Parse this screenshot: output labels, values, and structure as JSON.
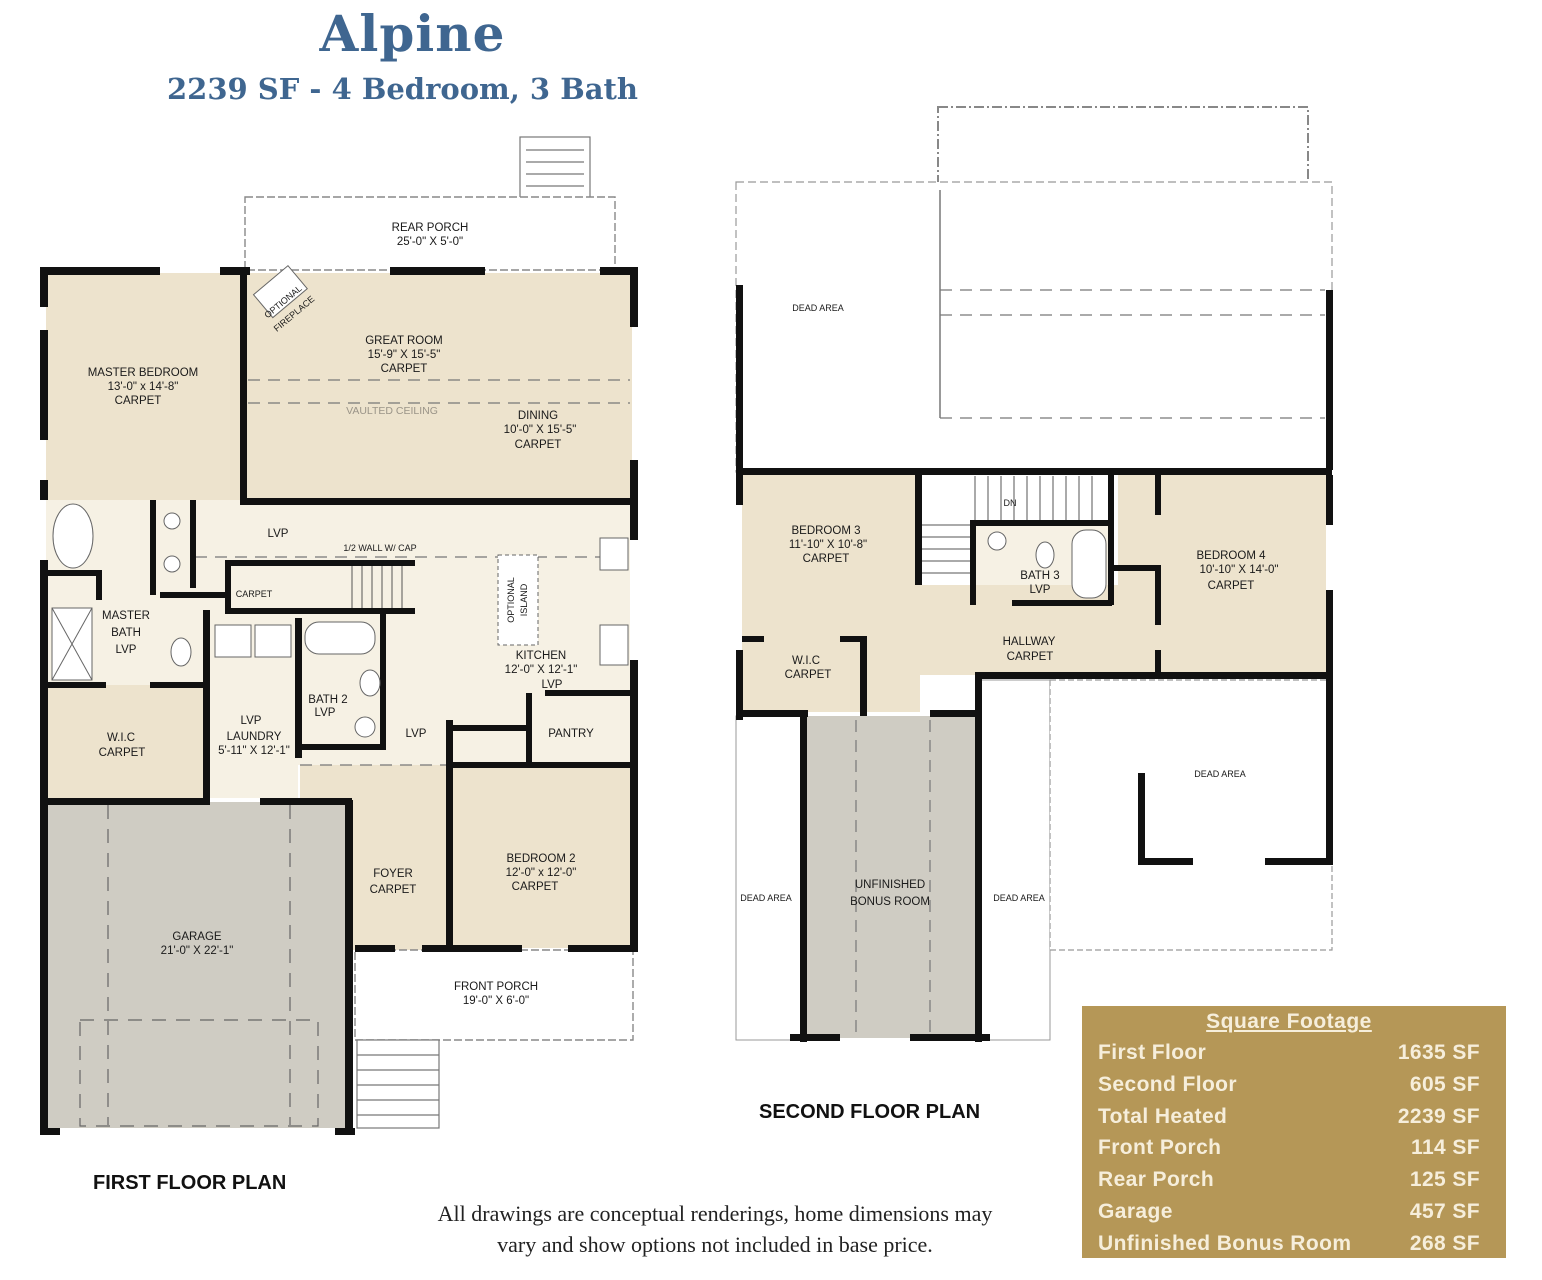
{
  "header": {
    "title": "Alpine",
    "subtitle": "2239 SF - 4 Bedroom, 3 Bath"
  },
  "colors": {
    "title": "#3f6690",
    "room_fill": "#ede3cd",
    "hall_fill": "#f6f1e4",
    "garage_fill": "#cfccc3",
    "wall": "#111111",
    "sqft_panel": "#b59757",
    "sqft_text": "#f6eedb"
  },
  "first_floor": {
    "label": "FIRST FLOOR PLAN",
    "rooms": {
      "rear_porch": {
        "name": "REAR PORCH",
        "size": "25'-0\" X 5'-0\""
      },
      "great_room": {
        "name": "GREAT ROOM",
        "size": "15'-9\" X 15'-5\"",
        "floor": "CARPET"
      },
      "master_bedroom": {
        "name": "MASTER BEDROOM",
        "size": "13'-0\" x 14'-8\"",
        "floor": "CARPET"
      },
      "dining": {
        "name": "DINING",
        "size": "10'-0\" X 15'-5\"",
        "floor": "CARPET"
      },
      "master_bath": {
        "name": "MASTER",
        "name2": "BATH",
        "floor": "LVP"
      },
      "wic": {
        "name": "W.I.C",
        "floor": "CARPET"
      },
      "laundry": {
        "floor": "LVP",
        "name": "LAUNDRY",
        "size": "5'-11\" X 12'-1\""
      },
      "bath2": {
        "name": "BATH 2",
        "floor": "LVP"
      },
      "kitchen": {
        "name": "KITCHEN",
        "size": "12'-0\" X 12'-1\"",
        "floor": "LVP"
      },
      "pantry": {
        "name": "PANTRY"
      },
      "foyer": {
        "name": "FOYER",
        "floor": "CARPET"
      },
      "bedroom2": {
        "name": "BEDROOM 2",
        "size": "12'-0\" x 12'-0\"",
        "floor": "CARPET"
      },
      "garage": {
        "name": "GARAGE",
        "size": "21'-0\" X 22'-1\""
      },
      "front_porch": {
        "name": "FRONT PORCH",
        "size": "19'-0\" X 6'-0\""
      }
    },
    "notes": {
      "vaulted": "VAULTED CEILING",
      "fireplace_1": "OPTIONAL",
      "fireplace_2": "FIREPLACE",
      "island_1": "OPTIONAL",
      "island_2": "ISLAND",
      "half_wall": "1/2 WALL W/ CAP",
      "hall_floor": "LVP",
      "entry_floor": "LVP",
      "stair_floor": "CARPET"
    }
  },
  "second_floor": {
    "label": "SECOND FLOOR PLAN",
    "rooms": {
      "dead_area_top": "DEAD AREA",
      "bedroom3": {
        "name": "BEDROOM 3",
        "size": "11'-10\" X 10'-8\"",
        "floor": "CARPET"
      },
      "bath3": {
        "name": "BATH 3",
        "floor": "LVP"
      },
      "bedroom4": {
        "name": "BEDROOM 4",
        "size": "10'-10\" X 14'-0\"",
        "floor": "CARPET"
      },
      "hallway": {
        "name": "HALLWAY",
        "floor": "CARPET"
      },
      "wic": {
        "name": "W.I.C",
        "floor": "CARPET"
      },
      "bonus": {
        "name": "UNFINISHED",
        "name2": "BONUS ROOM"
      },
      "dead_area_left": "DEAD AREA",
      "dead_area_mid": "DEAD AREA",
      "dead_area_right": "DEAD AREA"
    },
    "stair_note": "DN"
  },
  "square_footage": {
    "title": "Square Footage",
    "rows": [
      {
        "label": "First Floor",
        "value": "1635 SF"
      },
      {
        "label": "Second Floor",
        "value": "605 SF"
      },
      {
        "label": "Total Heated",
        "value": "2239 SF"
      },
      {
        "label": "Front Porch",
        "value": "114 SF"
      },
      {
        "label": "Rear Porch",
        "value": "125 SF"
      },
      {
        "label": "Garage",
        "value": "457 SF"
      },
      {
        "label": "Unfinished Bonus Room",
        "value": "268 SF"
      }
    ]
  },
  "disclaimer": {
    "line1": "All drawings are conceptual renderings, home dimensions may",
    "line2": "vary and show options not included in base price."
  }
}
